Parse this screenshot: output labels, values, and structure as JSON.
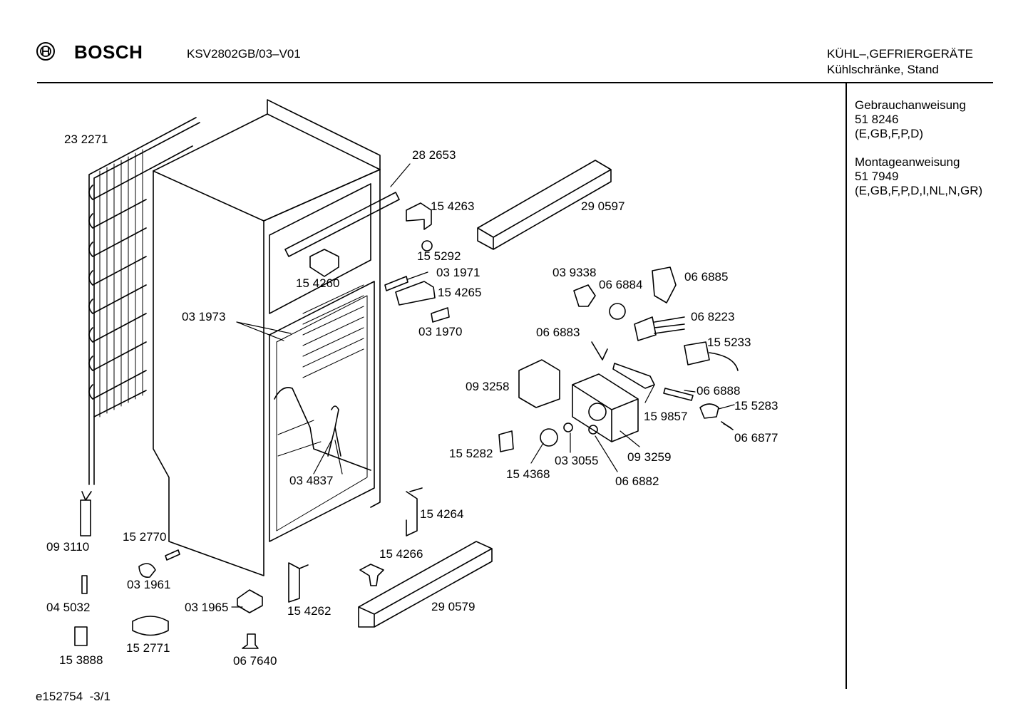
{
  "header": {
    "brand": "BOSCH",
    "model": "KSV2802GB/03–V01",
    "category_line1": "KÜHL–,GEFRIERGERÄTE",
    "category_line2": "Kühlschränke, Stand"
  },
  "documents": [
    {
      "title": "Gebrauchanweisung",
      "number": "51 8246",
      "languages": "(E,GB,F,P,D)"
    },
    {
      "title": "Montageanweisung",
      "number": "51 7949",
      "languages": "(E,GB,F,P,D,I,NL,N,GR)"
    }
  ],
  "part_labels": {
    "p232271": "23 2271",
    "p282653": "28 2653",
    "p154263": "15 4263",
    "p290597": "29 0597",
    "p155292": "15 5292",
    "p154260": "15 4260",
    "p031971": "03 1971",
    "p154265": "15 4265",
    "p031973": "03 1973",
    "p031970": "03 1970",
    "p039338": "03 9338",
    "p066885": "06 6885",
    "p066884": "06 6884",
    "p068223": "06 8223",
    "p066883": "06 6883",
    "p155233": "15 5233",
    "p093258": "09 3258",
    "p066888": "06 6888",
    "p159857": "15 9857",
    "p155283": "15 5283",
    "p066877": "06 6877",
    "p155282": "15 5282",
    "p093259": "09 3259",
    "p033055": "03 3055",
    "p154368": "15 4368",
    "p066882": "06 6882",
    "p034837": "03 4837",
    "p154264": "15 4264",
    "p093110": "09 3110",
    "p152770": "15 2770",
    "p154266": "15 4266",
    "p031961": "03 1961",
    "p290579": "29 0579",
    "p045032": "04 5032",
    "p031965": "03 1965",
    "p154262": "15 4262",
    "p153888": "15 3888",
    "p152771": "15 2771",
    "p067640": "06 7640"
  },
  "footer": {
    "code": "e152754",
    "page": "-3/1"
  }
}
